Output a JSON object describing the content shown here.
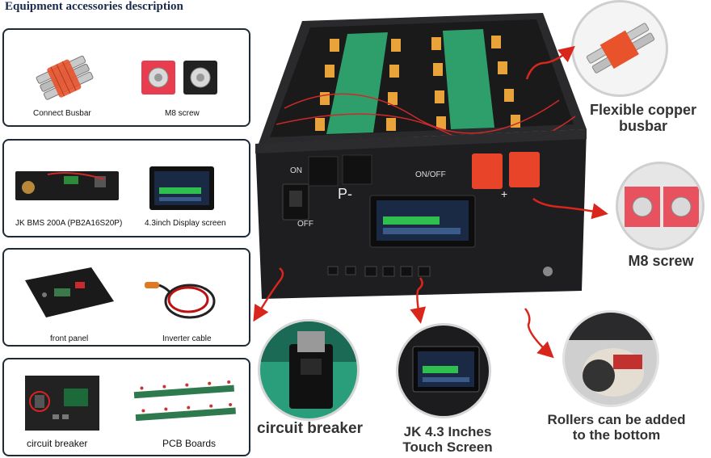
{
  "title": "Equipment accessories description",
  "panels": [
    {
      "left_label": "Connect Busbar",
      "right_label": "M8 screw"
    },
    {
      "left_label": "JK BMS 200A (PB2A16S20P)",
      "right_label": "4.3inch Display screen"
    },
    {
      "left_label": "front panel",
      "right_label": "Inverter cable"
    },
    {
      "left_label": "circuit breaker",
      "right_label": "PCB Boards"
    }
  ],
  "callouts": {
    "busbar": "Flexible copper busbar",
    "screw": "M8 screw",
    "breaker": "circuit breaker",
    "screen": "JK 4.3 Inches Touch Screen",
    "rollers": "Rollers can be added to the bottom"
  },
  "device": {
    "on": "ON",
    "off": "OFF",
    "onoff": "ON/OFF",
    "neg": "P-",
    "pos": "+"
  },
  "colors": {
    "accent_red": "#d9261c",
    "terminal_red": "#e8442a",
    "pcb_green": "#2e9e6a",
    "case": "#1e1e20"
  }
}
